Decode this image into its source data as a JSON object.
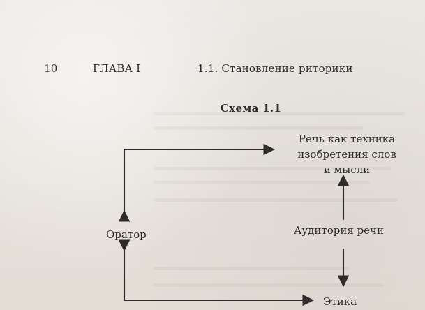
{
  "header": {
    "page_number": "10",
    "chapter": "ГЛАВА I",
    "section_title": "1.1. Становление риторики"
  },
  "diagram": {
    "title": "Схема 1.1",
    "nodes": {
      "speech_lines": [
        "Речь как техника",
        "изобретения слов",
        "и мысли"
      ],
      "orator": "Оратор",
      "audience": "Аудитория речи",
      "ethics": "Этика"
    }
  },
  "colors": {
    "paper": "#e9e5e0",
    "ink": "#2c2a2a"
  }
}
